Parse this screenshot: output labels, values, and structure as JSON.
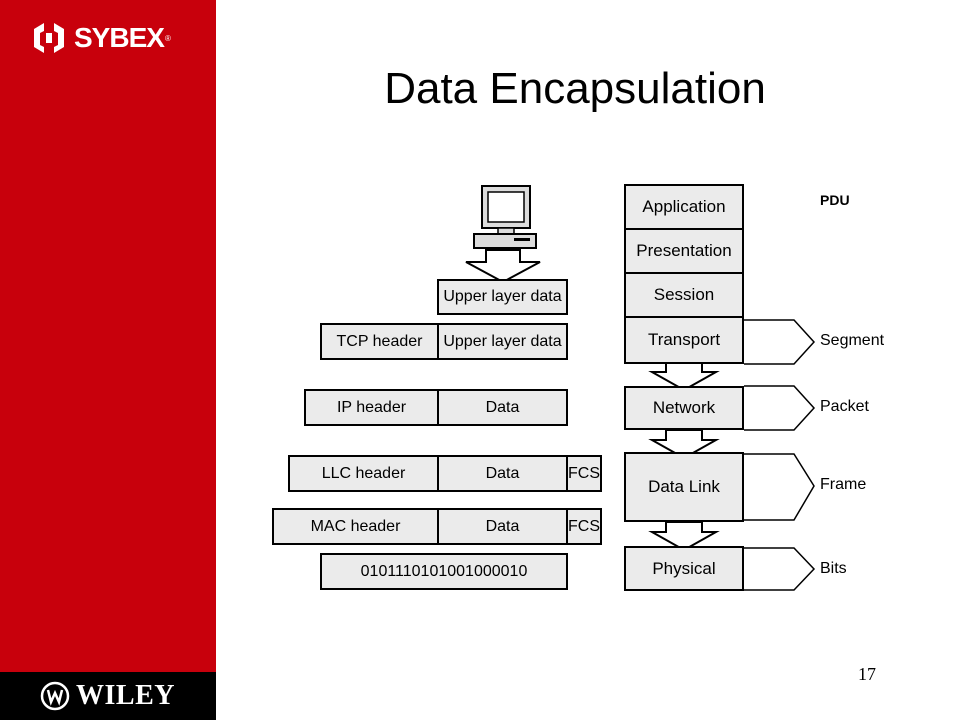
{
  "branding": {
    "top_logo": "SYBEX",
    "top_logo_mark": "®",
    "bottom_logo": "WILEY"
  },
  "slide": {
    "title": "Data Encapsulation",
    "page_number": "17"
  },
  "encapsulation": {
    "rows": [
      {
        "cells": [
          "Upper layer data"
        ]
      },
      {
        "cells": [
          "TCP header",
          "Upper layer data"
        ]
      },
      {
        "cells": [
          "IP header",
          "Data"
        ]
      },
      {
        "cells": [
          "LLC header",
          "Data",
          "FCS"
        ]
      },
      {
        "cells": [
          "MAC header",
          "Data",
          "FCS"
        ]
      },
      {
        "cells": [
          "0101110101001000010"
        ]
      }
    ]
  },
  "osi_model": {
    "layers": [
      "Application",
      "Presentation",
      "Session",
      "Transport",
      "Network",
      "Data Link",
      "Physical"
    ]
  },
  "pdu": {
    "title": "PDU",
    "labels": [
      "Segment",
      "Packet",
      "Frame",
      "Bits"
    ]
  }
}
